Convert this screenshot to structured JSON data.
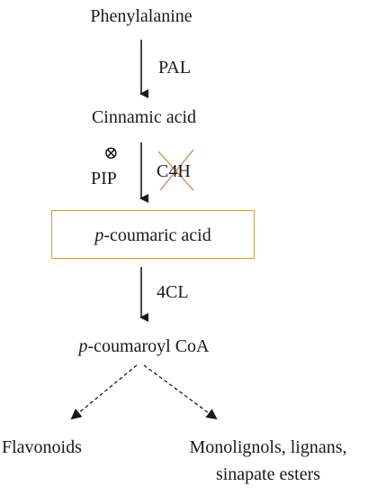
{
  "compounds": {
    "phenylalanine": "Phenylalanine",
    "cinnamic_acid": "Cinnamic acid",
    "p_coumaric_prefix": "p",
    "p_coumaric_rest": "-coumaric acid",
    "p_coumaroyl_prefix": "p",
    "p_coumaroyl_rest": "-coumaroyl CoA",
    "flavonoids": "Flavonoids",
    "monolignols_line1": "Monolignols, lignans,",
    "monolignols_line2": "sinapate esters"
  },
  "enzymes": {
    "pal": "PAL",
    "c4h": "C4H",
    "cl4": "4CL"
  },
  "inhibitor": {
    "symbol": "⊗",
    "label": "PIP"
  },
  "colors": {
    "highlight_box": "#c9a24d",
    "cross_mark": "#d99a6c"
  }
}
